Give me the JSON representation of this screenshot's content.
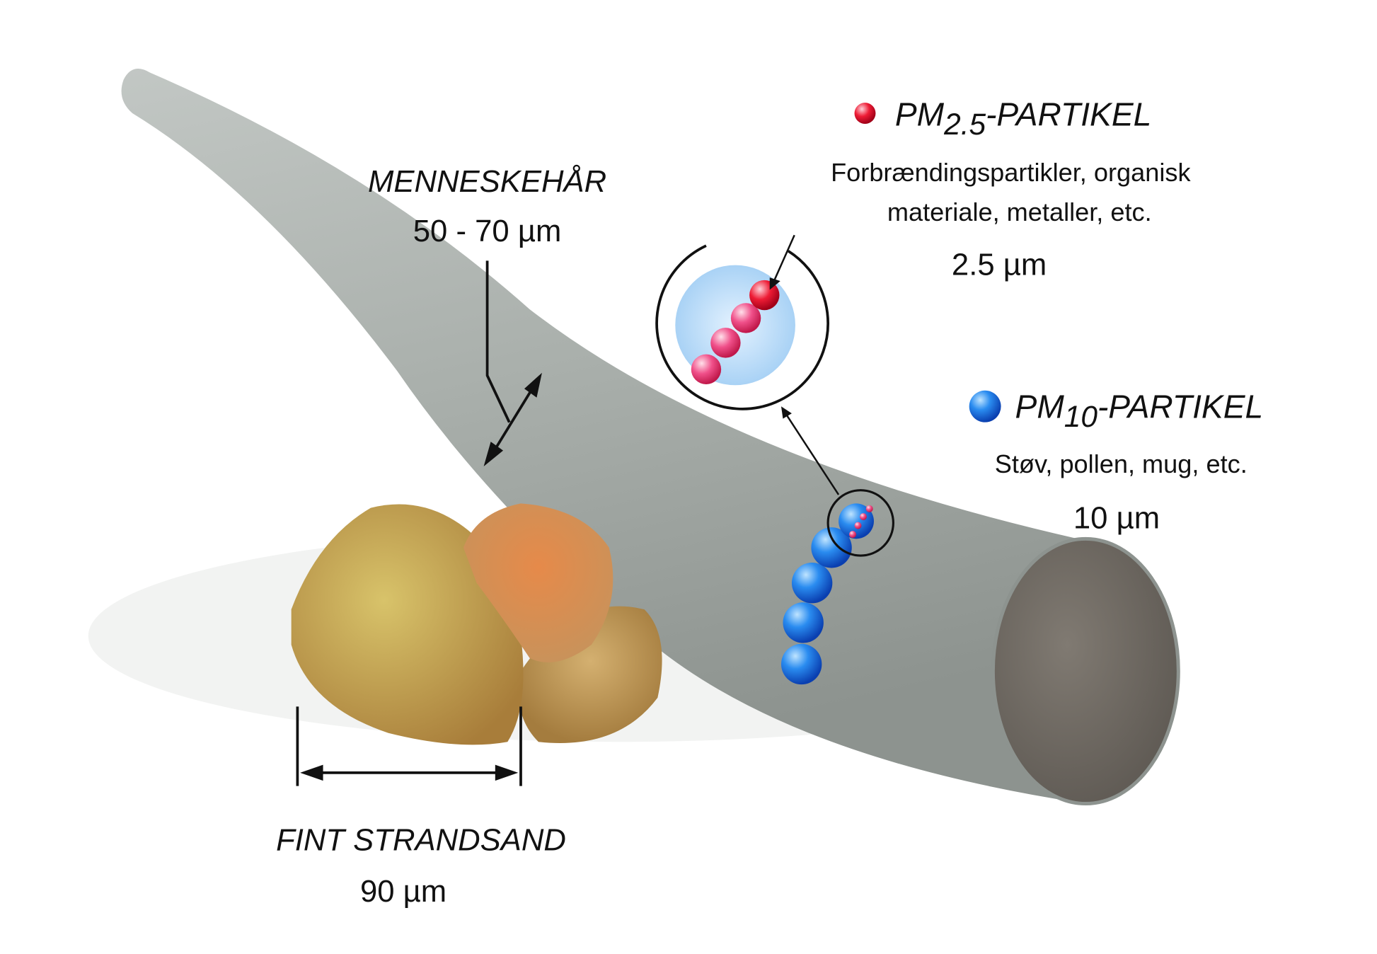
{
  "pm25": {
    "label_prefix": "PM",
    "label_sub": "2.5",
    "label_suffix": "-PARTIKEL",
    "description_line1": "Forbrændingspartikler, organisk",
    "description_line2": "materiale, metaller, etc.",
    "size": "2.5 µm",
    "color": "#e8203a"
  },
  "pm10": {
    "label_prefix": "PM",
    "label_sub": "10",
    "label_suffix": "-PARTIKEL",
    "description": "Støv, pollen, mug, etc.",
    "size": "10 µm",
    "color": "#1d6fe0"
  },
  "hair": {
    "label": "MENNESKEHÅR",
    "size": "50 - 70 µm",
    "color": "#a6aca8"
  },
  "sand": {
    "label": "FINT STRANDSAND",
    "size": "90 µm",
    "color": "#c9a24a"
  }
}
